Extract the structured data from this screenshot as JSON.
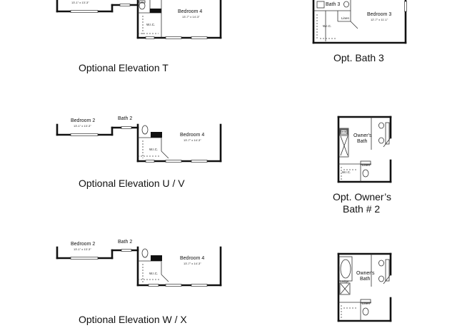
{
  "captions": {
    "elev_t": "Optional Elevation T",
    "elev_uv": "Optional Elevation U / V",
    "elev_wx": "Optional Elevation W / X",
    "bath3": "Opt. Bath 3",
    "owners_bath_2_line1": "Opt. Owner’s",
    "owners_bath_2_line2": "Bath # 2"
  },
  "rooms": {
    "bedroom2": {
      "name": "Bedroom 2",
      "dims": "13'-1\" x 13'-3\""
    },
    "bath2": {
      "name": "Bath 2"
    },
    "bedroom4": {
      "name": "Bedroom 4",
      "dims": "13'-7\" x 14'-3\""
    },
    "bedroom3": {
      "name": "Bedroom 3",
      "dims": "12'-7\" x 11'-1\""
    },
    "bath3": {
      "name": "Bath 3"
    },
    "owners_bath": {
      "name_line1": "Owner's",
      "name_line2": "Bath"
    }
  },
  "labels": {
    "wic": "W.I.C.",
    "linen": "Linen",
    "seat": "Seat",
    "ledge": "Ledge"
  }
}
